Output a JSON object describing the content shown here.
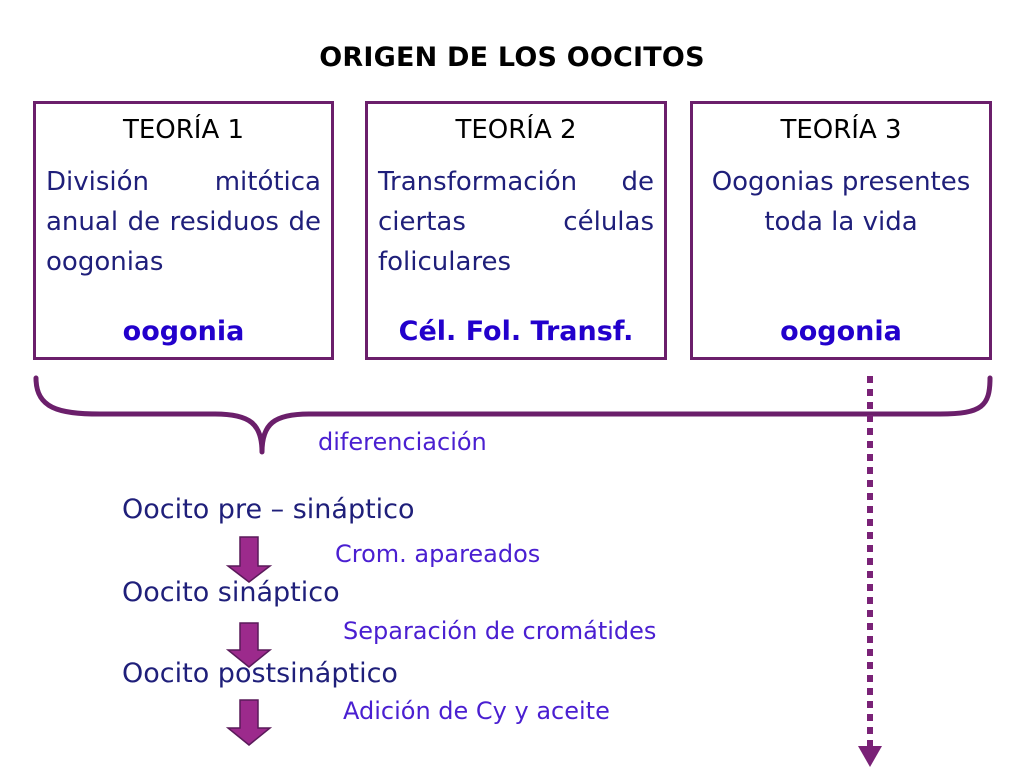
{
  "title": "ORIGEN DE LOS OOCITOS",
  "theories": [
    {
      "heading": "TEORÍA 1",
      "description": "División mitótica anual de residuos de oogonias",
      "result": "oogonia"
    },
    {
      "heading": "TEORÍA 2",
      "description": "Transformación de ciertas células foliculares",
      "result": "Cél. Fol. Transf."
    },
    {
      "heading": "TEORÍA 3",
      "description": "Oogonias presentes toda la vida",
      "result": "oogonia"
    }
  ],
  "differentiation_label": "diferenciación",
  "stages": [
    "Oocito pre – sináptico",
    "Oocito sináptico",
    "Oocito postsináptico"
  ],
  "transitions": [
    "Crom. apareados",
    "Separación de cromátides",
    "Adición de Cy y aceite"
  ],
  "colors": {
    "box_border": "#6b1f6b",
    "text_dark": "#1f1f7a",
    "result_text": "#2200cc",
    "annotation_text": "#4a1fd1",
    "arrow_fill": "#9c2a8c",
    "arrow_stroke": "#5a1a5a"
  }
}
